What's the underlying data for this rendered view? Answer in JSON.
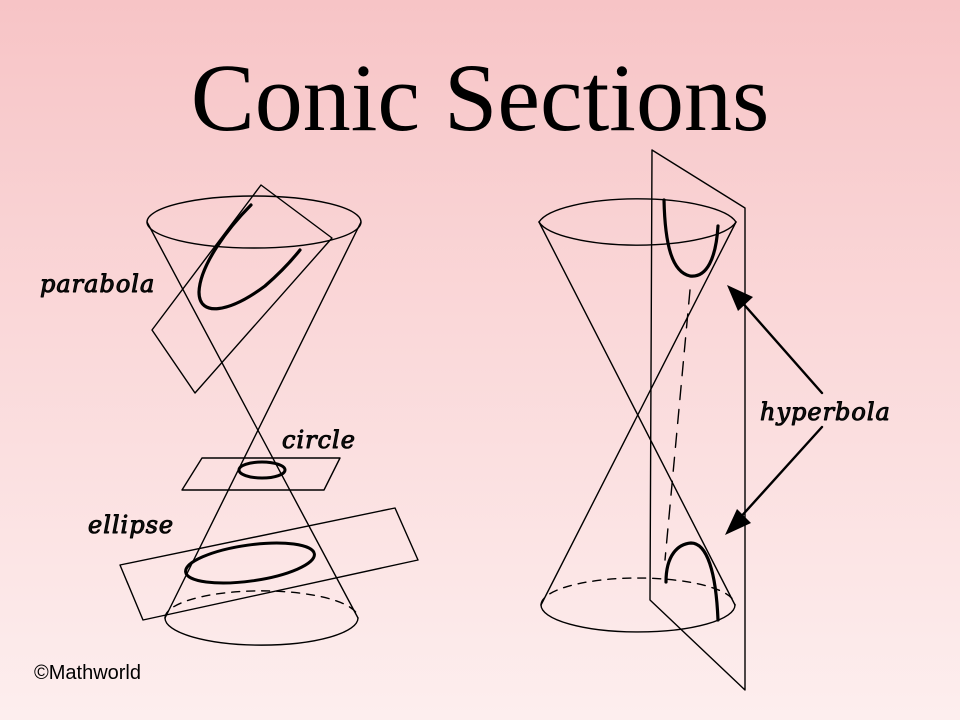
{
  "slide": {
    "title": "Conic Sections",
    "credit": "©Mathworld"
  },
  "diagram": {
    "labels": {
      "parabola": "parabola",
      "circle": "circle",
      "ellipse": "ellipse",
      "hyperbola": "hyperbola"
    },
    "colors": {
      "background_top": "#f7c4c6",
      "background_bottom": "#fdeeee",
      "ink": "#000000"
    }
  }
}
